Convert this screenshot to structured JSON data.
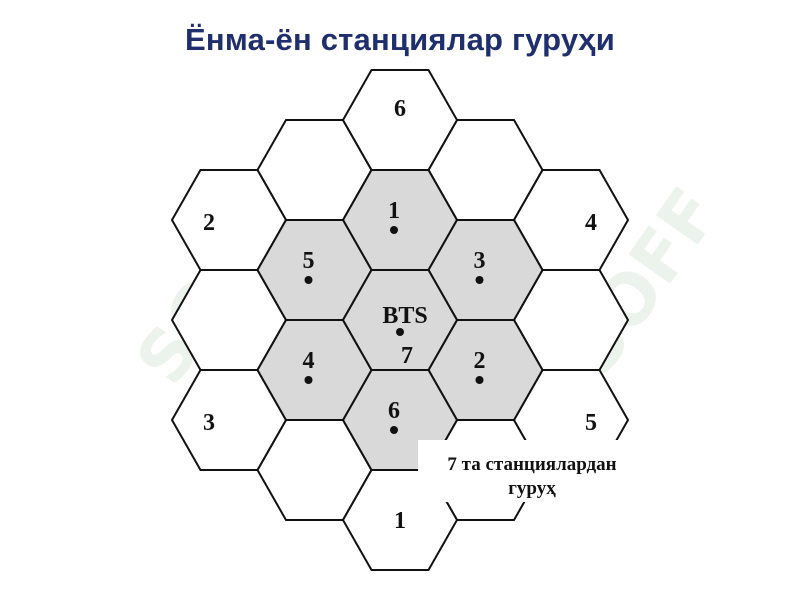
{
  "title": "Ёнма-ён станциялар гуруҳи",
  "watermark": "SOFF",
  "colors": {
    "title": "#1f2f6e",
    "cluster_fill": "#d9d9d9",
    "outer_fill": "#ffffff",
    "stroke": "#111111"
  },
  "center": {
    "label": "BTS",
    "number": "7"
  },
  "cluster_cells": [
    {
      "id": "c1",
      "label": "1",
      "dot": true
    },
    {
      "id": "c3",
      "label": "3",
      "dot": true
    },
    {
      "id": "c2",
      "label": "2",
      "dot": true
    },
    {
      "id": "c6",
      "label": "6",
      "dot": true
    },
    {
      "id": "c4",
      "label": "4",
      "dot": true
    },
    {
      "id": "c5",
      "label": "5",
      "dot": true
    }
  ],
  "outer_cells": [
    {
      "id": "o-top",
      "label": "6"
    },
    {
      "id": "o-left-upper",
      "label": "2"
    },
    {
      "id": "o-right-upper",
      "label": "4"
    },
    {
      "id": "o-left-lower",
      "label": "3"
    },
    {
      "id": "o-right-lower",
      "label": "5"
    },
    {
      "id": "o-bottom",
      "label": "1"
    }
  ],
  "callout": {
    "line1": "7 та станциялардан",
    "line2": "гуруҳ"
  }
}
